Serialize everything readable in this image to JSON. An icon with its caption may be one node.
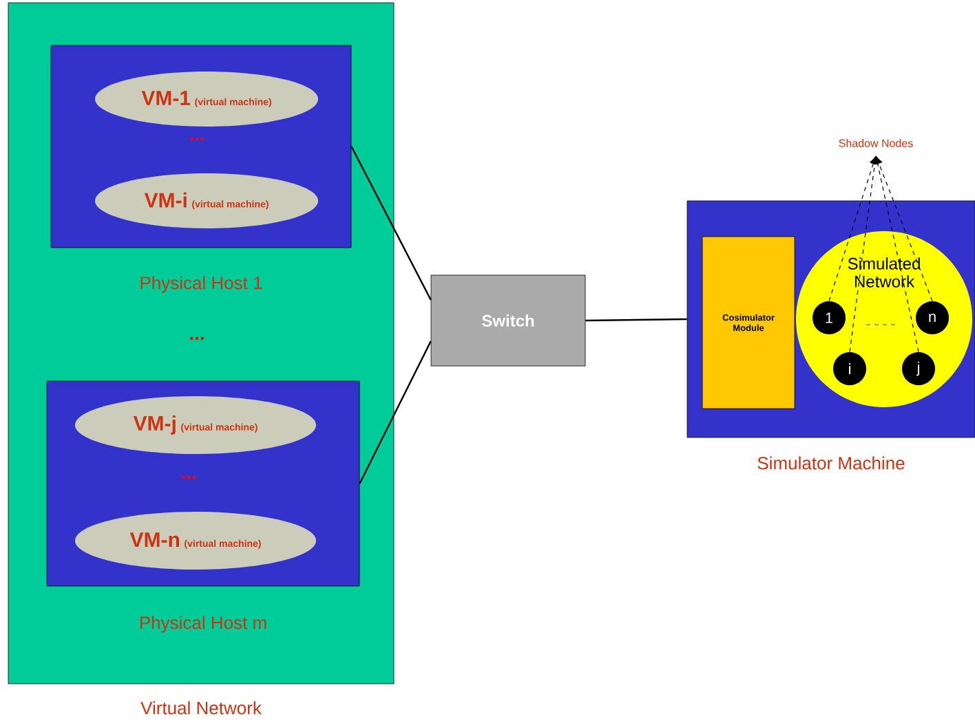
{
  "diagram": {
    "nodes": [
      {
        "text": [
          "Virtual Network"
        ]
      },
      {
        "text": [
          "Physical Host 1"
        ],
        "in": 0
      },
      {
        "text": [
          "VM-1",
          "(virtual machine)"
        ],
        "in": 1
      },
      {
        "text": [
          "VM-i",
          "(virtual machine)"
        ],
        "in": 1
      },
      {
        "text": [
          "Physical  Host m"
        ],
        "in": 0
      },
      {
        "text": [
          "VM-j",
          "(virtual machine)"
        ],
        "in": 4
      },
      {
        "text": [
          "VM-n",
          "(virtual machine)"
        ],
        "in": 4
      },
      {
        "text": [
          "Switch"
        ]
      },
      {
        "text": [
          "Shadow Nodes"
        ]
      },
      {
        "text": [
          "Simulator Machine"
        ]
      },
      {
        "text": [
          "Cosimulator Module"
        ],
        "in": 9
      },
      {
        "text": [
          "Simulated Network"
        ],
        "in": 9
      },
      {
        "text": [
          "1"
        ],
        "in": 11
      },
      {
        "text": [
          "n"
        ],
        "in": 11
      },
      {
        "text": [
          "i"
        ],
        "in": 11
      },
      {
        "text": [
          "j"
        ],
        "in": 11
      }
    ],
    "edges": [
      {
        "from": 1,
        "to": 7,
        "arrow": "none"
      },
      {
        "from": 4,
        "to": 7,
        "arrow": "none"
      },
      {
        "from": 7,
        "to": 9,
        "arrow": "none"
      },
      {
        "from": 12,
        "to": 8,
        "arrow": "to",
        "style": "dashed"
      },
      {
        "from": 13,
        "to": 8,
        "arrow": "to",
        "style": "dashed"
      },
      {
        "from": 14,
        "to": 8,
        "arrow": "to",
        "style": "dashed"
      },
      {
        "from": 15,
        "to": 8,
        "arrow": "to",
        "style": "dashed"
      }
    ],
    "labels": [
      "...",
      "...",
      "..."
    ]
  }
}
